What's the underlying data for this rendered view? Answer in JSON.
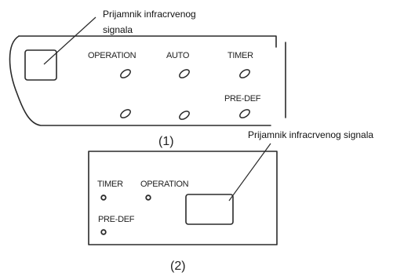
{
  "callouts": {
    "top": [
      "Prijamnik infracrvenog",
      "signala"
    ],
    "middle": "Prijamnik infracrvenog signala"
  },
  "panel1": {
    "caption": "(1)",
    "indicators": {
      "operation": "OPERATION",
      "auto": "AUTO",
      "timer": "TIMER",
      "predef": "PRE-DEF"
    }
  },
  "panel2": {
    "caption": "(2)",
    "indicators": {
      "timer": "TIMER",
      "operation": "OPERATION",
      "predef": "PRE-DEF"
    }
  }
}
